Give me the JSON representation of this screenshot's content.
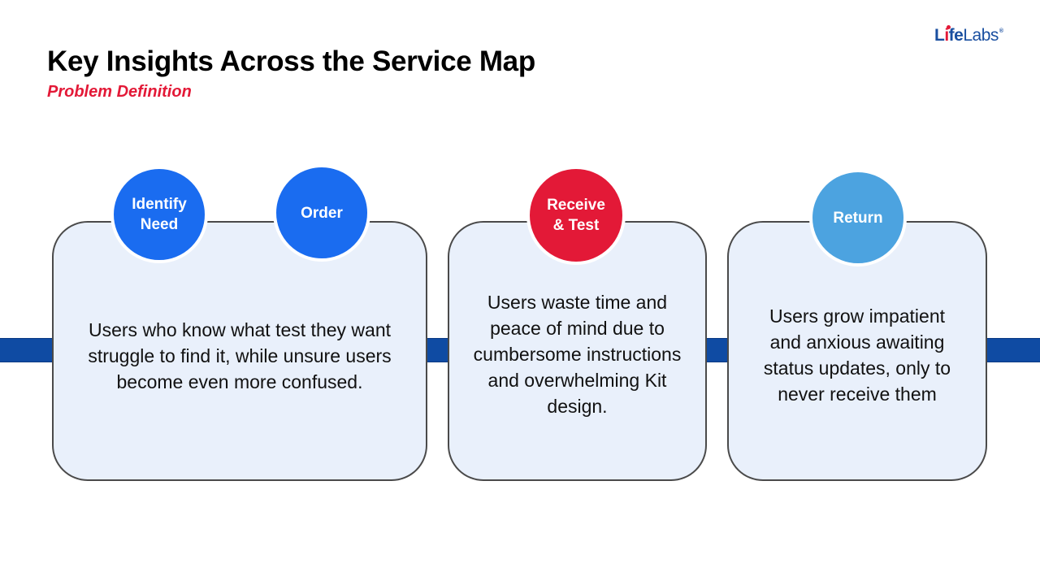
{
  "header": {
    "title": "Key Insights Across the Service Map",
    "subtitle": "Problem Definition"
  },
  "logo": {
    "text_dark": "L",
    "text_i": "i",
    "text_fe": "fe",
    "text_labs": "Labs",
    "registered": "®"
  },
  "steps": [
    {
      "label": "Identify Need",
      "color": "#1a6cf0"
    },
    {
      "label": "Order",
      "color": "#1a6cf0"
    },
    {
      "label": "Receive & Test",
      "color": "#e31937"
    },
    {
      "label": "Return",
      "color": "#4ca3e0"
    }
  ],
  "cards": [
    {
      "text": "Users who know what test they want struggle to find it, while unsure users become even more confused."
    },
    {
      "text": "Users waste time and peace of mind due to cumbersome instructions and overwhelming Kit design."
    },
    {
      "text": "Users grow impatient and anxious awaiting status updates, only to never receive them"
    }
  ],
  "colors": {
    "accent_red": "#e31937",
    "brand_blue": "#1a4fa0",
    "timeline_blue": "#0f4ba3",
    "card_fill": "#e9f0fb"
  }
}
